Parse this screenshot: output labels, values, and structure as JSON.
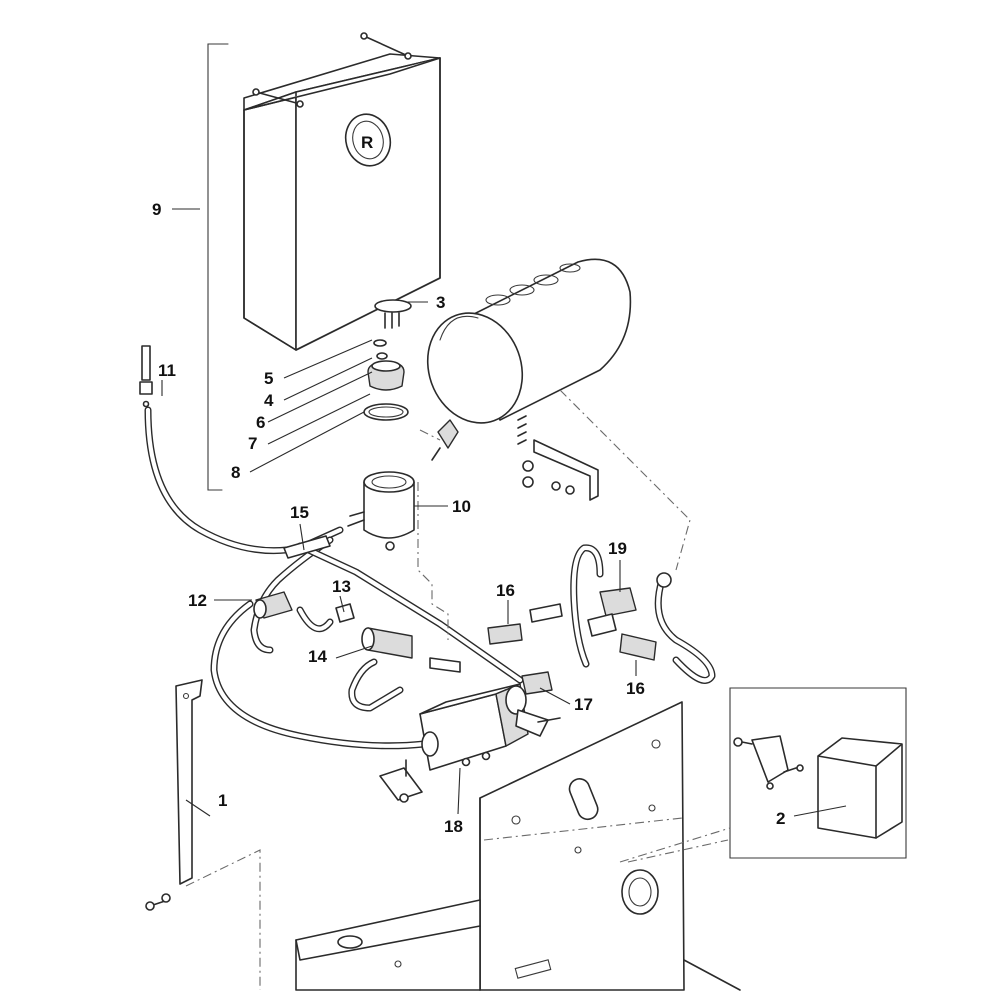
{
  "callouts": [
    {
      "id": "c1",
      "label": "1"
    },
    {
      "id": "c2",
      "label": "2"
    },
    {
      "id": "c3",
      "label": "3"
    },
    {
      "id": "c4",
      "label": "4"
    },
    {
      "id": "c5",
      "label": "5"
    },
    {
      "id": "c6",
      "label": "6"
    },
    {
      "id": "c7",
      "label": "7"
    },
    {
      "id": "c8",
      "label": "8"
    },
    {
      "id": "c9",
      "label": "9"
    },
    {
      "id": "c10",
      "label": "10"
    },
    {
      "id": "c11",
      "label": "11"
    },
    {
      "id": "c12",
      "label": "12"
    },
    {
      "id": "c13",
      "label": "13"
    },
    {
      "id": "c14",
      "label": "14"
    },
    {
      "id": "c15",
      "label": "15"
    },
    {
      "id": "c16a",
      "label": "16"
    },
    {
      "id": "c16b",
      "label": "16"
    },
    {
      "id": "c17",
      "label": "17"
    },
    {
      "id": "c18",
      "label": "18"
    },
    {
      "id": "c19",
      "label": "19"
    }
  ],
  "logo_letter": "R",
  "colors": {
    "line": "#2b2b2b",
    "background": "#ffffff",
    "shade": "#dcdcdc"
  }
}
